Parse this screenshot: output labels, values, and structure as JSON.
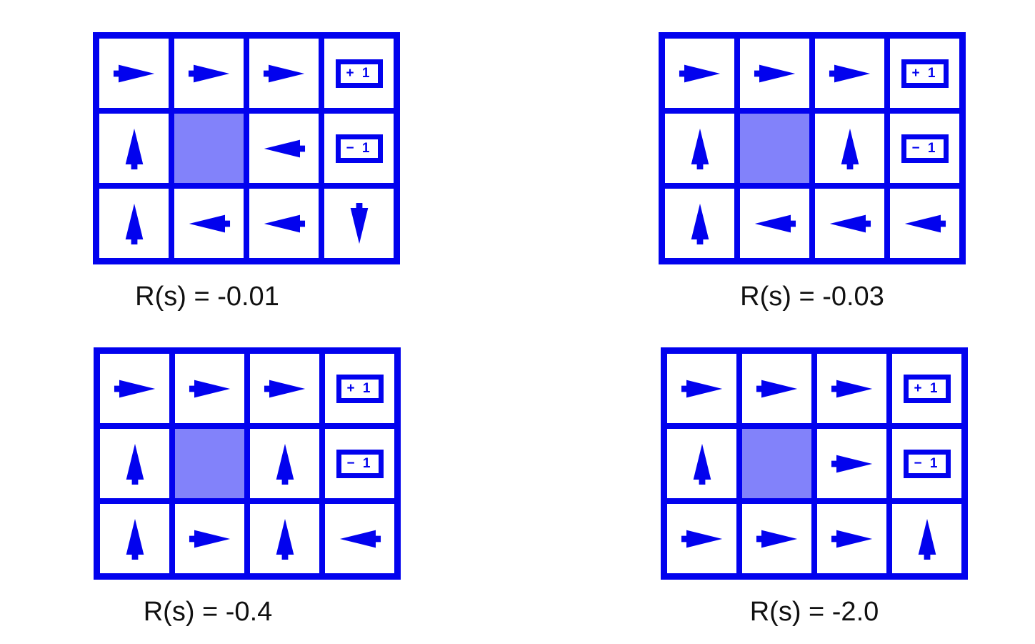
{
  "colors": {
    "accent": "#0202ee",
    "wall": "#8282fa",
    "label_text": "#111111"
  },
  "terminals": {
    "+1": "+ 1",
    "-1": "− 1"
  },
  "figures": [
    {
      "label": "R(s) = -0.01",
      "cells": [
        [
          "right",
          "right",
          "right",
          "+1"
        ],
        [
          "up",
          "wall",
          "left",
          "-1"
        ],
        [
          "up",
          "left",
          "left",
          "down"
        ]
      ]
    },
    {
      "label": "R(s) = -0.03",
      "cells": [
        [
          "right",
          "right",
          "right",
          "+1"
        ],
        [
          "up",
          "wall",
          "up",
          "-1"
        ],
        [
          "up",
          "left",
          "left",
          "left"
        ]
      ]
    },
    {
      "label": "R(s) = -0.4",
      "cells": [
        [
          "right",
          "right",
          "right",
          "+1"
        ],
        [
          "up",
          "wall",
          "up",
          "-1"
        ],
        [
          "up",
          "right",
          "up",
          "left"
        ]
      ]
    },
    {
      "label": "R(s) = -2.0",
      "cells": [
        [
          "right",
          "right",
          "right",
          "+1"
        ],
        [
          "up",
          "wall",
          "right",
          "-1"
        ],
        [
          "right",
          "right",
          "right",
          "up"
        ]
      ]
    }
  ]
}
